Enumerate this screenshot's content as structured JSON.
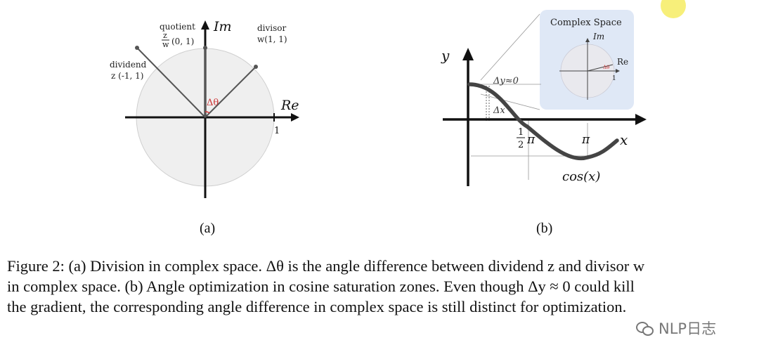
{
  "figure_a": {
    "axis_im": "Im",
    "axis_re": "Re",
    "tick_one": "1",
    "quotient_label": "quotient",
    "quotient_frac_num": "z",
    "quotient_frac_den": "w",
    "quotient_coord": "(0, 1)",
    "divisor_label": "divisor",
    "divisor_coord": "w(1, 1)",
    "dividend_label": "dividend",
    "dividend_coord": "z (-1, 1)",
    "delta_theta": "Δθ",
    "sublabel": "(a)"
  },
  "figure_b": {
    "axis_y": "y",
    "axis_x": "x",
    "delta_y": "Δy≈0",
    "delta_x": "Δx",
    "half_num": "1",
    "half_den": "2",
    "pi_label": "π",
    "pi_half_suffix": "π",
    "func_label": "cos(x)",
    "inset_title": "Complex Space",
    "inset_im": "Im",
    "inset_re": "Re",
    "inset_one": "1",
    "inset_delta": "Δθ",
    "sublabel": "(b)"
  },
  "caption": {
    "line1": "Figure 2: (a) Division in complex space. Δθ is the angle difference between dividend z and divisor w",
    "line2": "in complex space. (b) Angle optimization in cosine saturation zones. Even though Δy ≈ 0 could kill",
    "line3": "the gradient, the corresponding angle difference in complex space is still distinct for optimization."
  },
  "watermark": {
    "text": "NLP日志"
  }
}
